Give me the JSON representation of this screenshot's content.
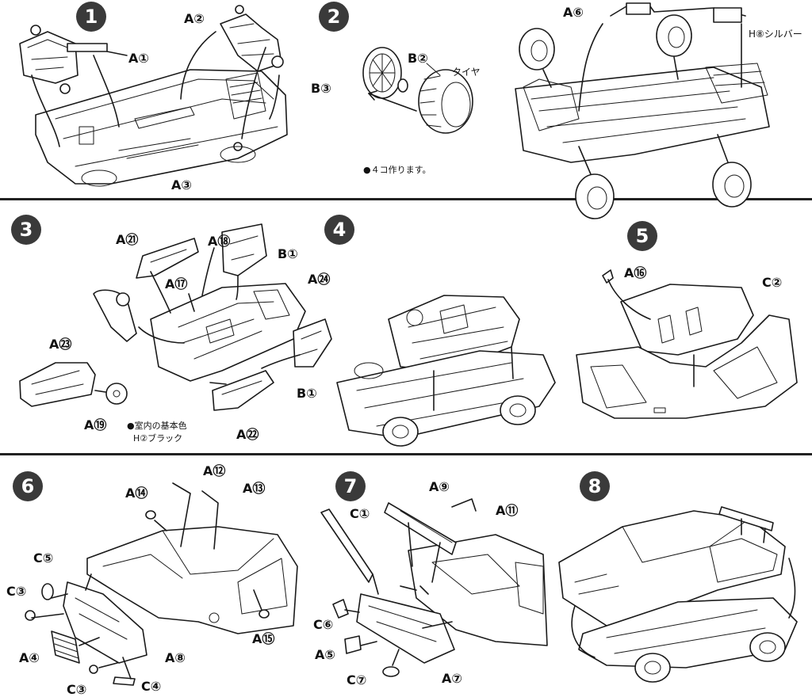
{
  "steps": [
    {
      "number": "1",
      "labels": [
        "A①",
        "A②",
        "A③"
      ]
    },
    {
      "number": "2",
      "labels": [
        "B②",
        "B③",
        "タイヤ",
        "A⑥",
        "H⑧シルバー"
      ],
      "note": "●４コ作ります。"
    },
    {
      "number": "3",
      "labels": [
        "A㉑",
        "A⑱",
        "B①",
        "A⑰",
        "A㉔",
        "A㉓",
        "A⑲",
        "B①",
        "A㉒"
      ],
      "note_line1": "●室内の基本色",
      "note_line2": "H②ブラック"
    },
    {
      "number": "4",
      "labels": []
    },
    {
      "number": "5",
      "labels": [
        "A⑯",
        "C②"
      ]
    },
    {
      "number": "6",
      "labels": [
        "A⑫",
        "A⑭",
        "A⑬",
        "C⑤",
        "C③",
        "A⑮",
        "A④",
        "A⑧",
        "C③",
        "C④"
      ]
    },
    {
      "number": "7",
      "labels": [
        "A⑨",
        "C①",
        "A⑪",
        "C⑥",
        "A⑤",
        "C⑦",
        "A⑦"
      ]
    },
    {
      "number": "8",
      "labels": []
    }
  ]
}
